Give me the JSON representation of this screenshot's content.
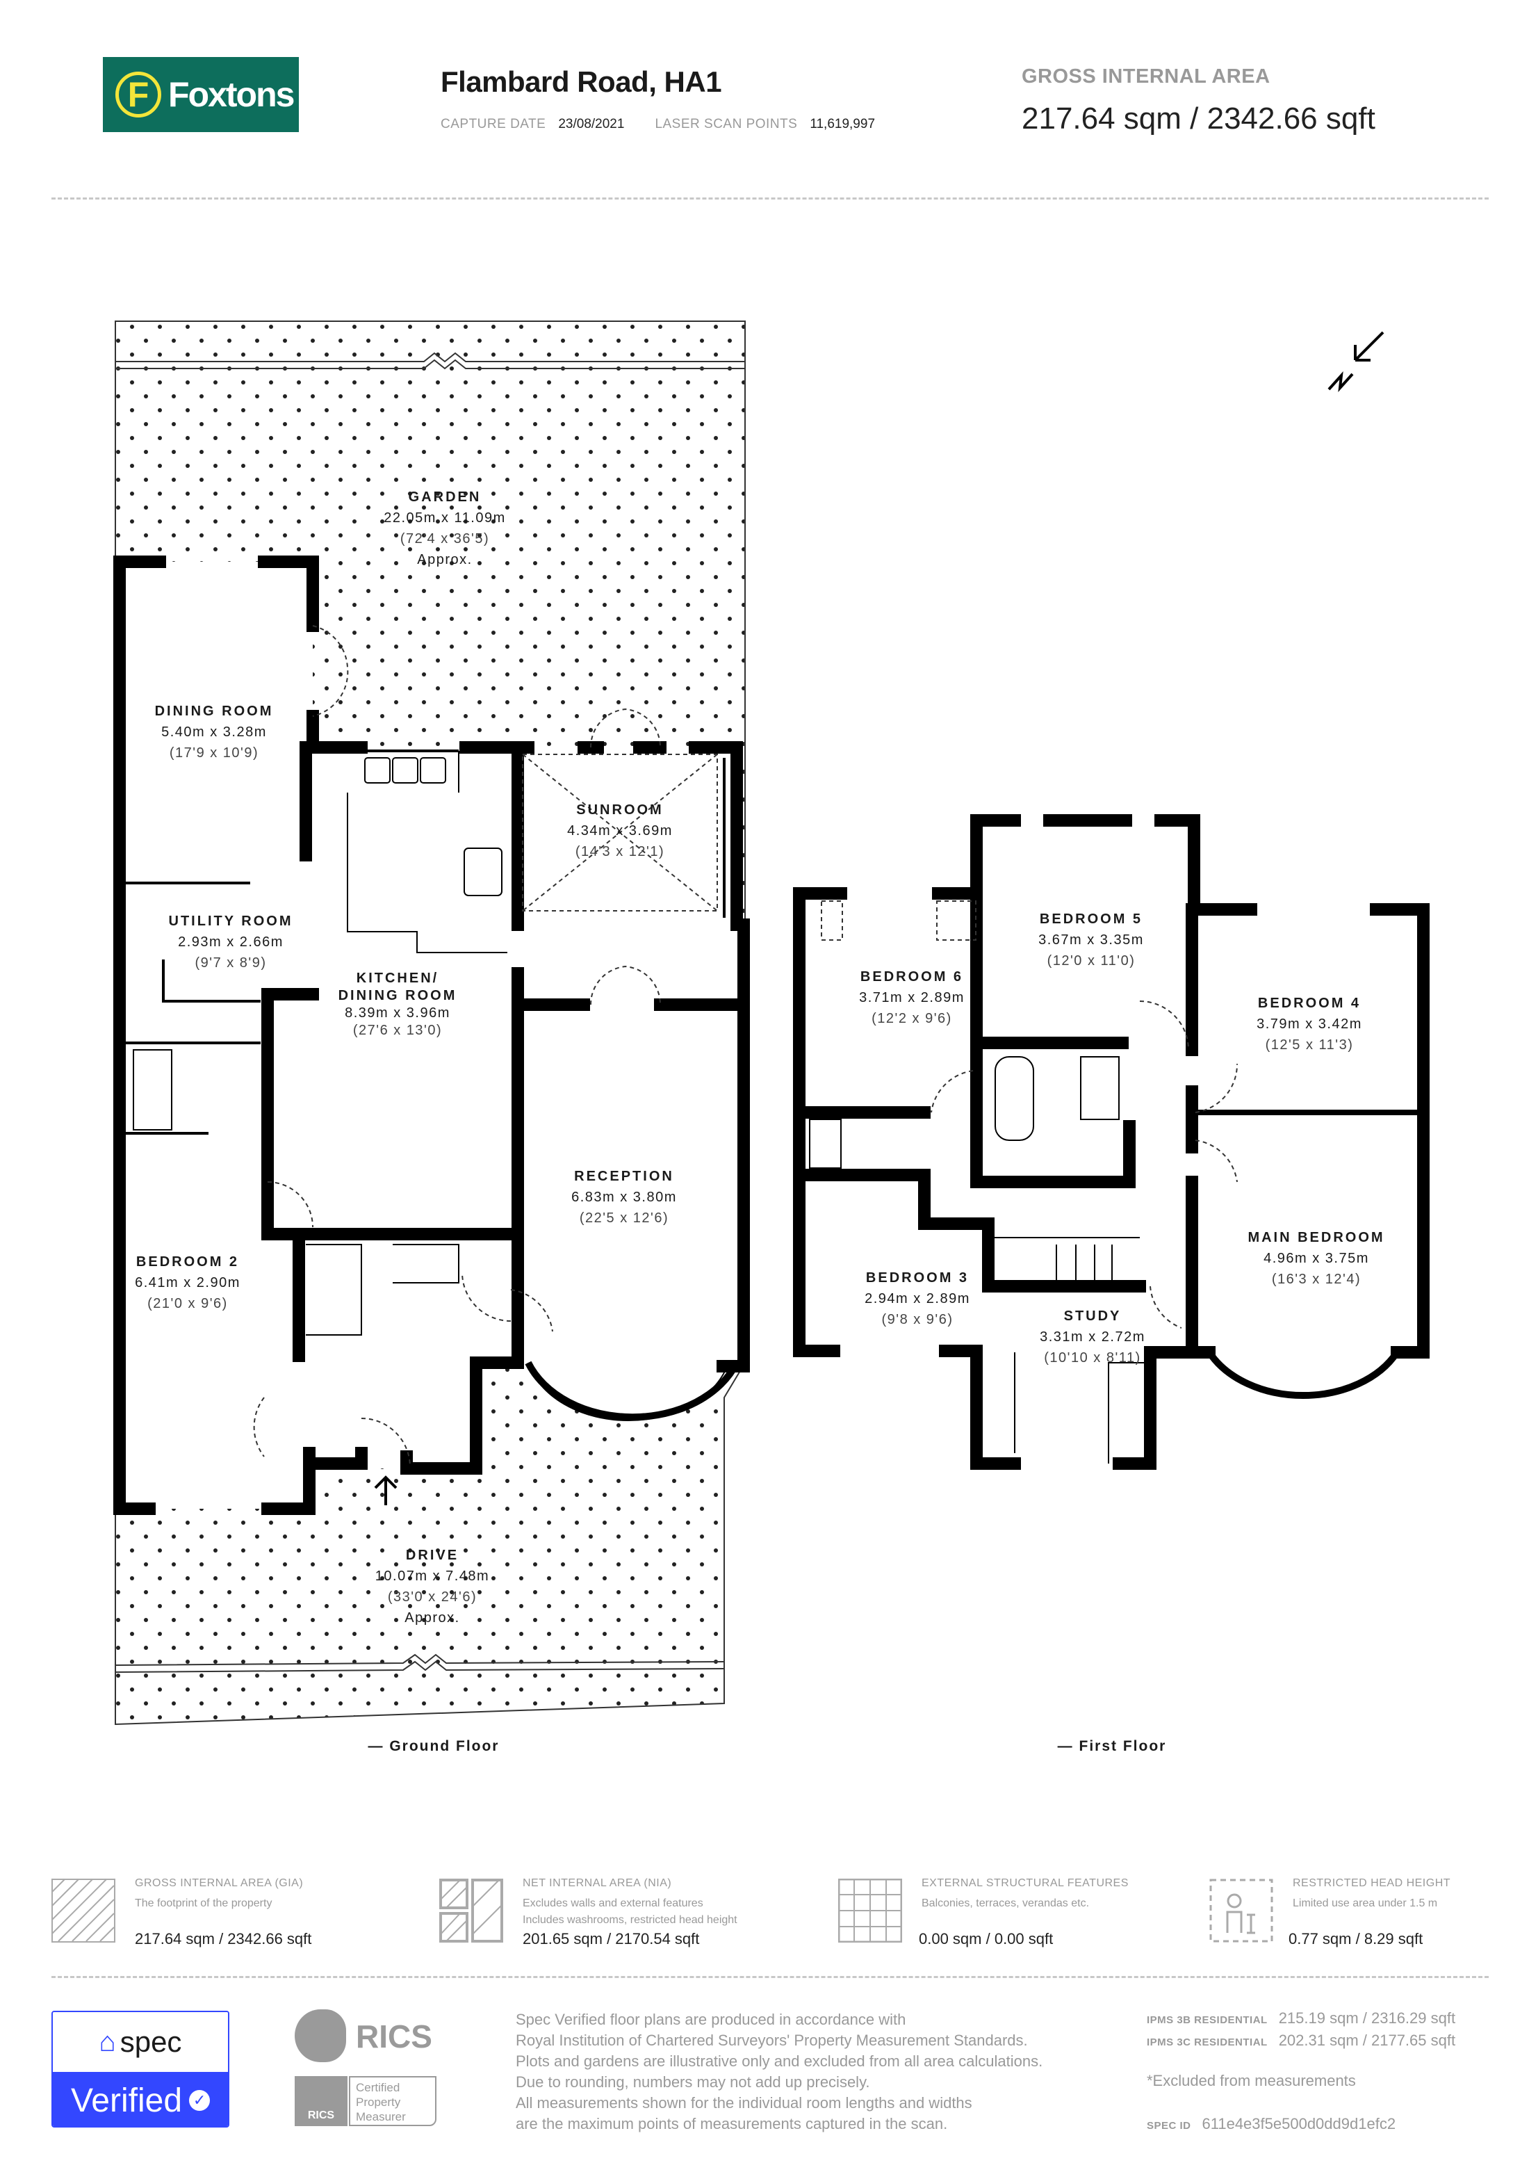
{
  "brand": {
    "name": "Foxtons",
    "logo_letter": "F",
    "color": "#0d6e5c",
    "accent": "#f3e53a"
  },
  "header": {
    "title": "Flambard Road, HA1",
    "capture_date_label": "CAPTURE DATE",
    "capture_date": "23/08/2021",
    "scan_points_label": "LASER SCAN POINTS",
    "scan_points": "11,619,997",
    "gia_label": "GROSS INTERNAL AREA",
    "gia_value": "217.64 sqm / 2342.66 sqft"
  },
  "ground_floor": {
    "label": "— Ground Floor",
    "rooms": [
      {
        "name": "GARDEN",
        "metric": "22.05m x 11.09m",
        "imperial": "(72'4 x 36'5)",
        "note": "Approx."
      },
      {
        "name": "DINING ROOM",
        "metric": "5.40m x 3.28m",
        "imperial": "(17'9 x 10'9)"
      },
      {
        "name": "UTILITY ROOM",
        "metric": "2.93m x 2.66m",
        "imperial": "(9'7 x 8'9)"
      },
      {
        "name": "KITCHEN/",
        "name2": "DINING ROOM",
        "metric": "8.39m x 3.96m",
        "imperial": "(27'6 x 13'0)"
      },
      {
        "name": "SUNROOM",
        "metric": "4.34m x 3.69m",
        "imperial": "(14'3 x 12'1)"
      },
      {
        "name": "RECEPTION",
        "metric": "6.83m x 3.80m",
        "imperial": "(22'5 x 12'6)"
      },
      {
        "name": "BEDROOM 2",
        "metric": "6.41m x 2.90m",
        "imperial": "(21'0 x 9'6)"
      },
      {
        "name": "DRIVE",
        "metric": "10.07m x 7.48m",
        "imperial": "(33'0 x 24'6)",
        "note": "Approx."
      }
    ]
  },
  "first_floor": {
    "label": "— First Floor",
    "rooms": [
      {
        "name": "BEDROOM 6",
        "metric": "3.71m x 2.89m",
        "imperial": "(12'2 x 9'6)"
      },
      {
        "name": "BEDROOM 5",
        "metric": "3.67m x 3.35m",
        "imperial": "(12'0 x 11'0)"
      },
      {
        "name": "BEDROOM 4",
        "metric": "3.79m x 3.42m",
        "imperial": "(12'5 x 11'3)"
      },
      {
        "name": "MAIN BEDROOM",
        "metric": "4.96m x 3.75m",
        "imperial": "(16'3 x 12'4)"
      },
      {
        "name": "BEDROOM 3",
        "metric": "2.94m x 2.89m",
        "imperial": "(9'8 x 9'6)"
      },
      {
        "name": "STUDY",
        "metric": "3.31m x 2.72m",
        "imperial": "(10'10 x 8'11)"
      }
    ]
  },
  "compass": {
    "label": "N",
    "icon": "north-arrow-icon"
  },
  "legend": [
    {
      "label": "GROSS INTERNAL AREA (GIA)",
      "desc1": "The footprint of the property",
      "desc2": "",
      "value": "217.64 sqm / 2342.66 sqft",
      "icon": "hatched-area-icon"
    },
    {
      "label": "NET INTERNAL AREA (NIA)",
      "desc1": "Excludes walls and external features",
      "desc2": "Includes washrooms, restricted head height",
      "value": "201.65 sqm / 2170.54 sqft",
      "icon": "net-area-icon"
    },
    {
      "label": "EXTERNAL STRUCTURAL FEATURES",
      "desc1": "Balconies, terraces, verandas etc.",
      "desc2": "",
      "value": "0.00 sqm / 0.00 sqft",
      "icon": "grid-area-icon"
    },
    {
      "label": "RESTRICTED HEAD HEIGHT",
      "desc1": "Limited use area under 1.5 m",
      "desc2": "",
      "value": "0.77 sqm / 8.29 sqft",
      "icon": "head-height-icon"
    }
  ],
  "footer": {
    "spec_logo": "spec",
    "verified": "Verified",
    "spec_color": "#3347ff",
    "rics_logo": "RICS",
    "rics_cert": [
      "Certified",
      "Property",
      "Measurer"
    ],
    "disclaimer": [
      "Spec Verified floor plans are produced in accordance with",
      "Royal Institution of Chartered Surveyors' Property Measurement Standards.",
      "Plots and gardens are illustrative only and excluded from all area calculations.",
      "Due to rounding, numbers may not add up precisely.",
      "All measurements shown for the individual room lengths and widths",
      "are the maximum points of measurements captured in the scan."
    ],
    "ipms3b_label": "IPMS 3B RESIDENTIAL",
    "ipms3b_value": "215.19 sqm / 2316.29 sqft",
    "ipms3c_label": "IPMS 3C RESIDENTIAL",
    "ipms3c_value": "202.31 sqm / 2177.65 sqft",
    "excluded_note": "*Excluded from measurements",
    "spec_id_label": "SPEC ID",
    "spec_id": "611e4e3f5e500d0dd9d1efc2"
  }
}
